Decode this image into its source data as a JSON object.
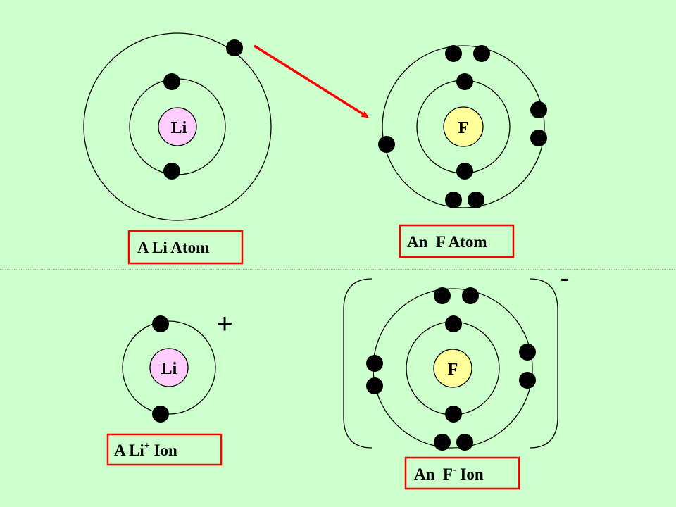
{
  "colors": {
    "background": "#ccffcc",
    "orbit": "#000000",
    "electron": "#000000",
    "li_nucleus": "#ffccff",
    "f_nucleus": "#ffff99",
    "arrow": "#ff0000",
    "caption_border": "#ff0000",
    "divider": "#555555"
  },
  "top": {
    "li_atom": {
      "symbol": "Li",
      "caption": "A Li Atom"
    },
    "f_atom": {
      "symbol": "F",
      "caption": "An  F Atom"
    }
  },
  "bottom": {
    "li_ion": {
      "symbol": "Li",
      "charge": "+",
      "caption_prefix": "A Li",
      "caption_sup": "+",
      "caption_suffix": " Ion"
    },
    "f_ion": {
      "symbol": "F",
      "charge": "-",
      "caption_prefix": "An  F",
      "caption_sup": "-",
      "caption_suffix": " Ion"
    }
  },
  "icons": {
    "transfer_arrow": "red-arrow-icon",
    "electron": "electron-dot-icon"
  }
}
